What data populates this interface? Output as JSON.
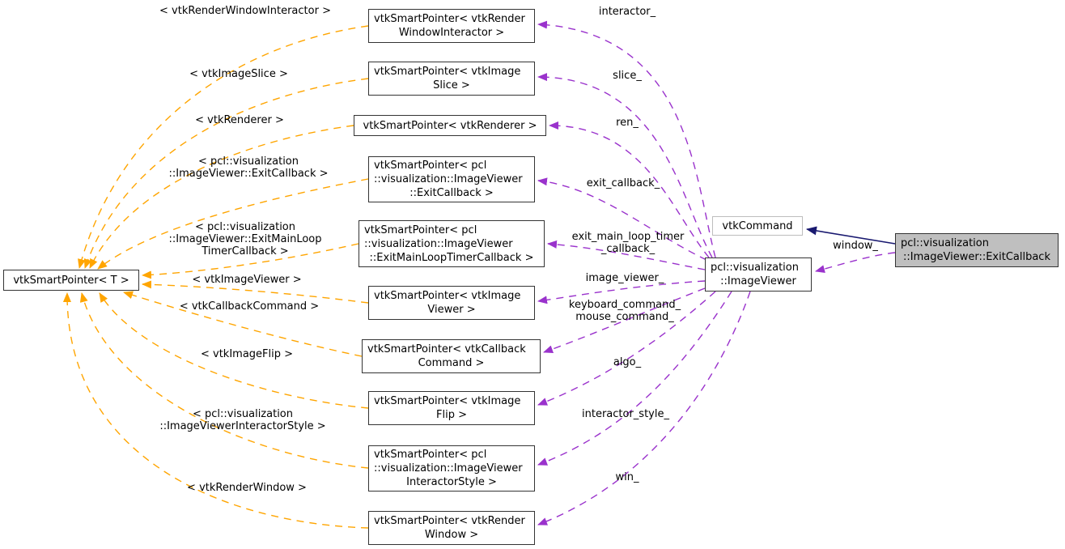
{
  "diagram_type": "doxygen-collaboration-graph",
  "colors": {
    "template_edge": "#ffa500",
    "usage_edge": "#9a32cc",
    "inheritance_edge": "#191970",
    "selected_node_fill": "#bfbfbf",
    "node_border": "#343434",
    "external_node_border": "#bdbdbd"
  },
  "nodes": {
    "template": {
      "lines": [
        "vtkSmartPointer< T >"
      ]
    },
    "sp": [
      {
        "lines": [
          "vtkSmartPointer< vtkRender",
          "WindowInteractor >"
        ]
      },
      {
        "lines": [
          "vtkSmartPointer< vtkImage",
          "Slice >"
        ]
      },
      {
        "lines": [
          "vtkSmartPointer< vtkRenderer >"
        ]
      },
      {
        "lines": [
          "vtkSmartPointer< pcl",
          "::visualization::ImageViewer",
          "::ExitCallback >"
        ]
      },
      {
        "lines": [
          "vtkSmartPointer< pcl",
          "::visualization::ImageViewer",
          "::ExitMainLoopTimerCallback >"
        ]
      },
      {
        "lines": [
          "vtkSmartPointer< vtkImage",
          "Viewer >"
        ]
      },
      {
        "lines": [
          "vtkSmartPointer< vtkCallback",
          "Command >"
        ]
      },
      {
        "lines": [
          "vtkSmartPointer< vtkImage",
          "Flip >"
        ]
      },
      {
        "lines": [
          "vtkSmartPointer< pcl",
          "::visualization::ImageViewer",
          "InteractorStyle >"
        ]
      },
      {
        "lines": [
          "vtkSmartPointer< vtkRender",
          "Window >"
        ]
      }
    ],
    "vtk_command": {
      "lines": [
        "vtkCommand"
      ]
    },
    "image_viewer": {
      "lines": [
        "pcl::visualization",
        "::ImageViewer"
      ]
    },
    "exit_callback": {
      "lines": [
        "pcl::visualization",
        "::ImageViewer::ExitCallback"
      ]
    }
  },
  "template_arg_labels": [
    {
      "lines": [
        "< vtkRenderWindowInteractor >"
      ]
    },
    {
      "lines": [
        "< vtkImageSlice >"
      ]
    },
    {
      "lines": [
        "< vtkRenderer >"
      ]
    },
    {
      "lines": [
        "< pcl::visualization",
        "::ImageViewer::ExitCallback >"
      ]
    },
    {
      "lines": [
        "< pcl::visualization",
        "::ImageViewer::ExitMainLoop",
        "TimerCallback >"
      ]
    },
    {
      "lines": [
        "< vtkImageViewer >"
      ]
    },
    {
      "lines": [
        "< vtkCallbackCommand >"
      ]
    },
    {
      "lines": [
        "< vtkImageFlip >"
      ]
    },
    {
      "lines": [
        "< pcl::visualization",
        "::ImageViewerInteractorStyle >"
      ]
    },
    {
      "lines": [
        "< vtkRenderWindow >"
      ]
    }
  ],
  "member_labels": [
    {
      "lines": [
        "interactor_"
      ]
    },
    {
      "lines": [
        "slice_"
      ]
    },
    {
      "lines": [
        "ren_"
      ]
    },
    {
      "lines": [
        "exit_callback_"
      ]
    },
    {
      "lines": [
        "exit_main_loop_timer",
        "_callback_"
      ]
    },
    {
      "lines": [
        "image_viewer_"
      ]
    },
    {
      "lines": [
        "keyboard_command_",
        "mouse_command_"
      ]
    },
    {
      "lines": [
        "algo_"
      ]
    },
    {
      "lines": [
        "interactor_style_"
      ]
    },
    {
      "lines": [
        "win_"
      ]
    },
    {
      "lines": [
        "window_"
      ]
    }
  ]
}
